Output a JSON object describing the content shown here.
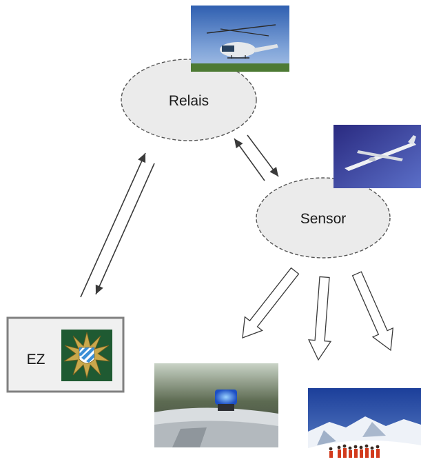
{
  "nodes": {
    "relais": {
      "label": "Relais",
      "image": "helicopter-photo"
    },
    "sensor": {
      "label": "Sensor",
      "image": "drone-aircraft-photo"
    },
    "ez": {
      "label": "EZ",
      "image": "police-badge-emblem"
    }
  },
  "images": {
    "helicopter": "helicopter-photo",
    "drone": "drone-aircraft-photo",
    "police_car": "police-car-siren-photo",
    "mountain_rescue": "mountain-rescue-team-photo",
    "badge": "police-badge-emblem"
  },
  "colors": {
    "ellipse_fill": "#ebebeb",
    "ellipse_stroke": "#555555",
    "arrow_stroke": "#3a3a3a",
    "ez_box_stroke": "#808080",
    "ez_box_fill": "#f0f0f0",
    "badge_green": "#1f5a32",
    "bavaria_blue": "#3b8fd6"
  }
}
